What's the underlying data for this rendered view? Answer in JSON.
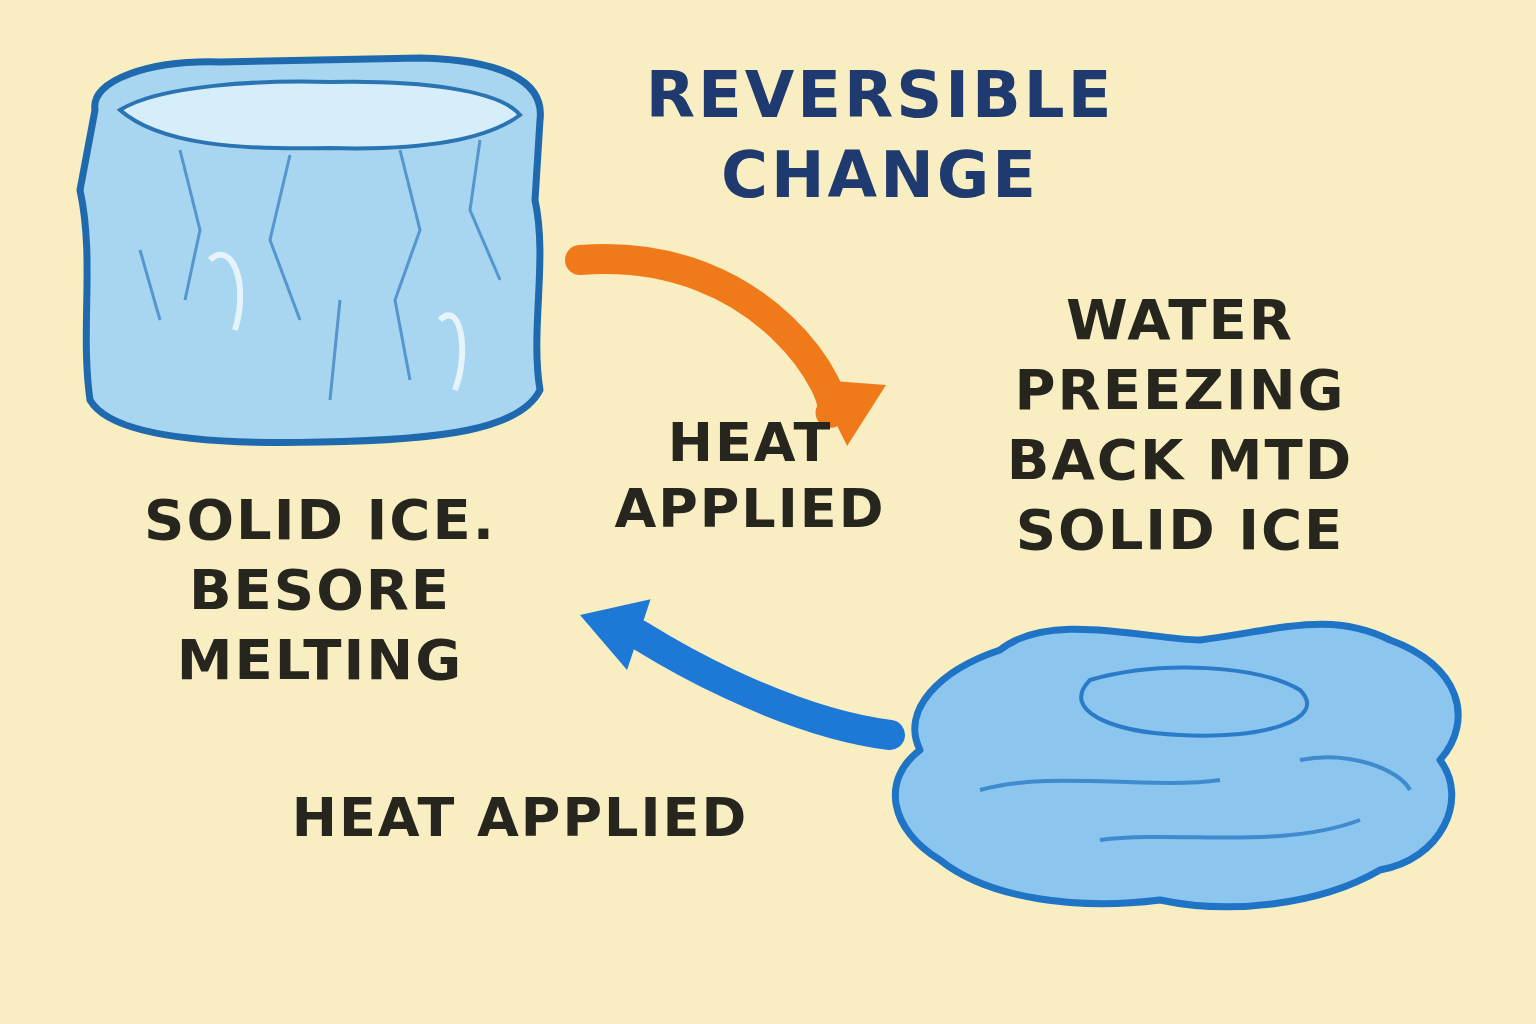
{
  "diagram": {
    "title": "REVERSIBLE CHANGE",
    "nodes": [
      {
        "text": [
          "SOLID ICE. BESORE MELTING"
        ]
      },
      {
        "text": [
          "WATER PREEZING BACK MTD SOLID ICE"
        ]
      }
    ],
    "edges": [
      {
        "from": 0,
        "to": 1,
        "label": "HEAT APPLIED",
        "arrow": "to"
      },
      {
        "from": 1,
        "to": 0,
        "label": "HEAT APPLIED",
        "arrow": "to"
      }
    ]
  }
}
